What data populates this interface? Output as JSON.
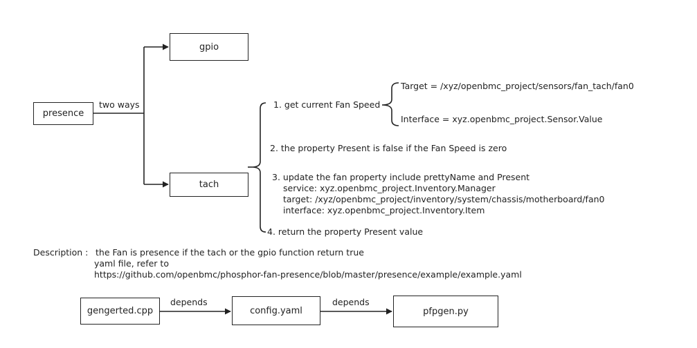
{
  "nodes": {
    "presence": "presence",
    "gpio": "gpio",
    "tach": "tach",
    "gengerted": "gengerted.cpp",
    "config": "config.yaml",
    "pfpgen": "pfpgen.py"
  },
  "edge_labels": {
    "two_ways": "two ways",
    "depends_1": "depends",
    "depends_2": "depends"
  },
  "steps": {
    "step1": "1. get current Fan Speed",
    "target": "Target = /xyz/openbmc_project/sensors/fan_tach/fan0",
    "interface": "Interface = xyz.openbmc_project.Sensor.Value",
    "step2": "2.  the property Present is false if the Fan Speed is zero",
    "step3": "3. update the fan property include prettyName and Present",
    "step3_service": "service: xyz.openbmc_project.Inventory.Manager",
    "step3_target": "target: /xyz/openbmc_project/inventory/system/chassis/motherboard/fan0",
    "step3_interface": "interface: xyz.openbmc_project.Inventory.Item",
    "step4": "4. return the property Present value"
  },
  "description": {
    "label": "Description :",
    "line1": "the Fan is presence if the tach or the gpio function return true",
    "line2": "yaml file, refer to",
    "line3": "https://github.com/openbmc/phosphor-fan-presence/blob/master/presence/example/example.yaml"
  }
}
